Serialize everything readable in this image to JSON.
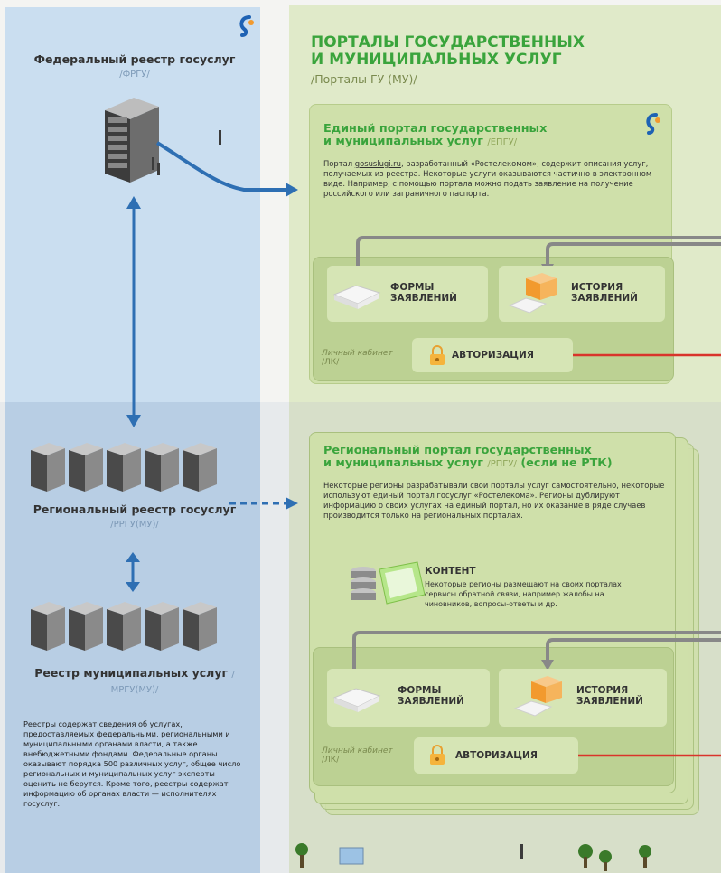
{
  "left": {
    "federal_title": "Федеральный реестр госуслуг",
    "federal_tag": "/ФРГУ/",
    "regional_title": "Региональный реестр госуслуг",
    "regional_tag": "/РРГУ(МУ)/",
    "municipal_title": "Реестр муниципальных услуг",
    "municipal_tag": "/МРГУ(МУ)/",
    "description": "Реестры содержат сведения об услугах, предоставляемых федеральными, региональными и муниципальными органами власти, а также внебюджетными фондами. Федеральные органы оказывают порядка 500 различных услуг, общее число региональных и муниципальных услуг эксперты оценить не берутся. Кроме того, реестры содержат информацию об органах власти — исполнителях госуслуг."
  },
  "right": {
    "title_line1": "ПОРТАЛЫ ГОСУДАРСТВЕННЫХ",
    "title_line2": "И МУНИЦИПАЛЬНЫХ УСЛУГ",
    "subtitle": "/Порталы ГУ (МУ)/",
    "epgu": {
      "title_line1": "Единый портал государственных",
      "title_line2": "и муниципальных услуг",
      "tag": "/ЕПГУ/",
      "text_prefix": "Портал ",
      "text_link": "gosuslugi.ru",
      "text_rest": ", разработанный «Ростелекомом», содержит описания услуг, получаемых из реестра. Некоторые услуги оказываются частично в электронном виде. Например, с помощью портала можно подать заявление на получение российского или заграничного паспорта.",
      "forms_label": "ФОРМЫ ЗАЯВЛЕНИЙ",
      "history_label": "ИСТОРИЯ ЗАЯВЛЕНИЙ",
      "auth_label": "АВТОРИЗАЦИЯ",
      "cabinet_label": "Личный кабинет",
      "cabinet_tag": "/ЛК/"
    },
    "rpgu": {
      "title_line1": "Региональный портал государственных",
      "title_line2": "и муниципальных услуг",
      "tag": "/РПГУ/",
      "suffix": "(если не РТК)",
      "text": "Некоторые регионы разрабатывали свои порталы услуг самостоятельно, некоторые используют единый портал госуслуг «Ростелекома». Регионы дублируют информацию о своих услугах на единый портал, но их оказание в ряде случаев производится только на региональных порталах.",
      "content_title": "КОНТЕНТ",
      "content_text": "Некоторые регионы размещают на своих порталах сервисы обратной связи, например жалобы на чиновников, вопросы-ответы и др.",
      "forms_label": "ФОРМЫ ЗАЯВЛЕНИЙ",
      "history_label": "ИСТОРИЯ ЗАЯВЛЕНИЙ",
      "auth_label": "АВТОРИЗАЦИЯ",
      "cabinet_label": "Личный кабинет",
      "cabinet_tag": "/ЛК/"
    }
  },
  "colors": {
    "green": "#3aa43c",
    "blue_arrow": "#2e6fb3",
    "red_line": "#d9342b",
    "orange": "#f29a2e"
  }
}
